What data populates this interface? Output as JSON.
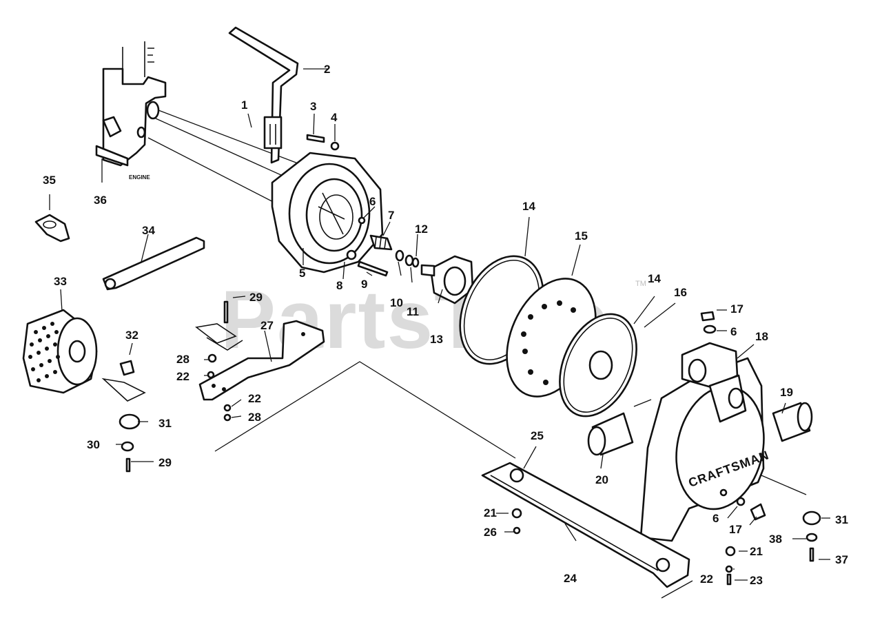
{
  "watermark": {
    "text": "PartsTree",
    "trademark": "TM"
  },
  "labels": {
    "engine": "ENGINE",
    "brand": "CRAFTSMAN"
  },
  "callouts": [
    "1",
    "2",
    "3",
    "4",
    "5",
    "6",
    "7",
    "8",
    "9",
    "10",
    "11",
    "12",
    "13",
    "14",
    "14",
    "15",
    "16",
    "17",
    "6",
    "18",
    "19",
    "20",
    "21",
    "22",
    "23",
    "24",
    "25",
    "26",
    "21",
    "17",
    "6",
    "27",
    "28",
    "22",
    "22",
    "28",
    "29",
    "29",
    "30",
    "31",
    "31",
    "32",
    "33",
    "34",
    "35",
    "36",
    "37",
    "38"
  ]
}
